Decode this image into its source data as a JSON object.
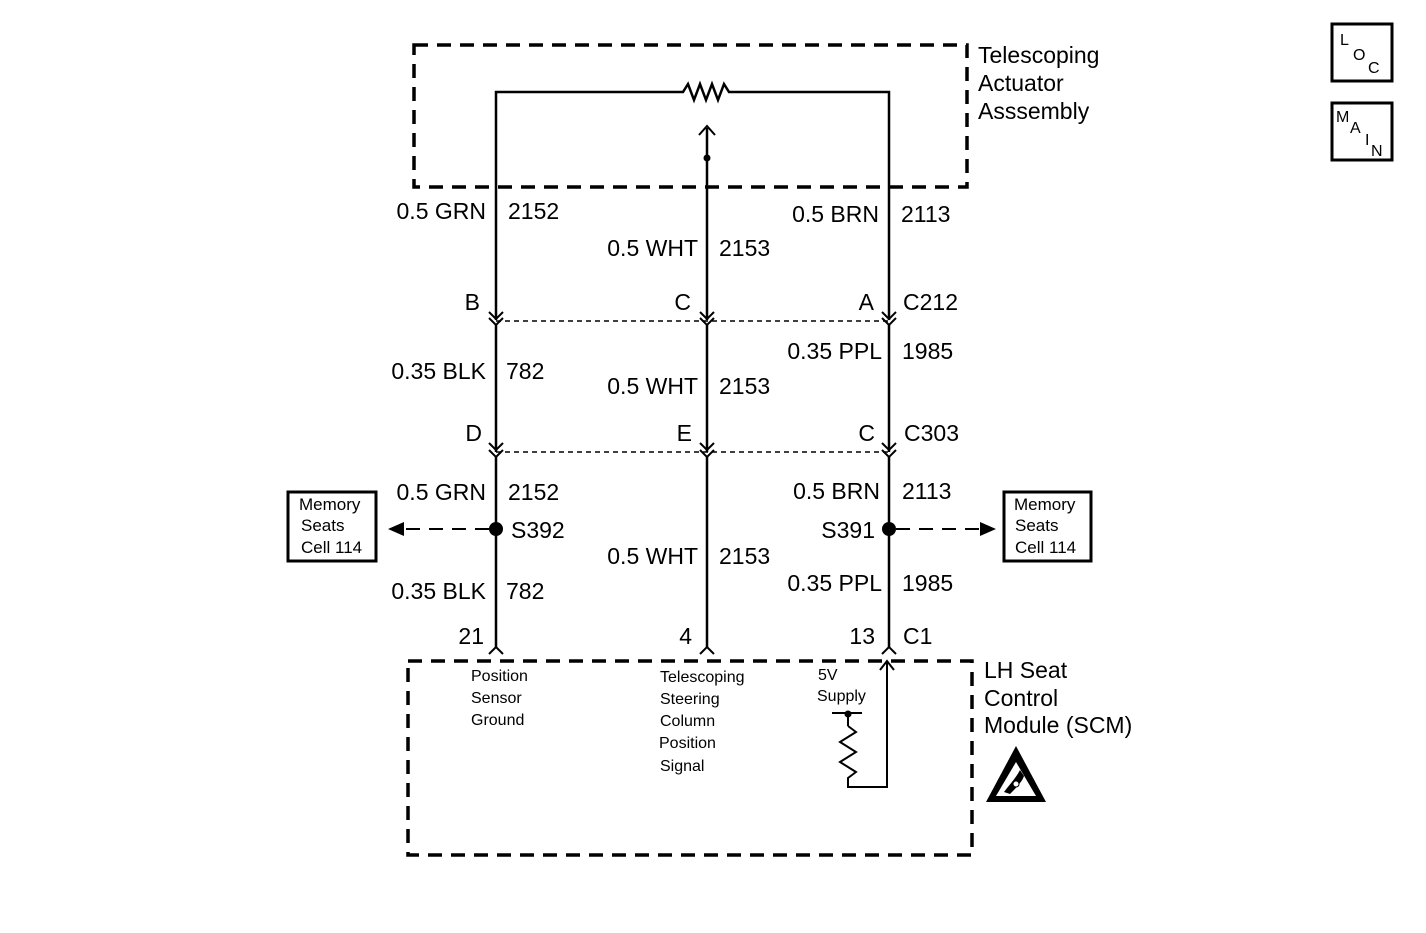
{
  "actuator": {
    "title_lines": [
      "Telescoping",
      "Actuator",
      "Asssembly"
    ]
  },
  "scm": {
    "title_lines": [
      "LH Seat",
      "Control",
      "Module (SCM)"
    ]
  },
  "badges": {
    "loc": [
      "L",
      "O",
      "C"
    ],
    "main": [
      "M",
      "A",
      "I",
      "N"
    ]
  },
  "wires_top": [
    {
      "gauge_color": "0.5 GRN",
      "circuit": "2152"
    },
    {
      "gauge_color": "0.5 WHT",
      "circuit": "2153"
    },
    {
      "gauge_color": "0.5 BRN",
      "circuit": "2113"
    }
  ],
  "connector_c212": {
    "name": "C212",
    "pins": [
      "B",
      "C",
      "A"
    ]
  },
  "wires_mid": [
    {
      "gauge_color": "0.35 BLK",
      "circuit": "782"
    },
    {
      "gauge_color": "0.5 WHT",
      "circuit": "2153"
    },
    {
      "gauge_color": "0.35 PPL",
      "circuit": "1985"
    }
  ],
  "connector_c303": {
    "name": "C303",
    "pins": [
      "D",
      "E",
      "C"
    ]
  },
  "wires_low_upper": [
    {
      "gauge_color": "0.5 GRN",
      "circuit": "2152"
    },
    {
      "gauge_color": "0.5 BRN",
      "circuit": "2113"
    }
  ],
  "wire_center_low": {
    "gauge_color": "0.5 WHT",
    "circuit": "2153"
  },
  "splices": [
    "S392",
    "S391"
  ],
  "wires_low_lower": [
    {
      "gauge_color": "0.35 BLK",
      "circuit": "782"
    },
    {
      "gauge_color": "0.35 PPL",
      "circuit": "1985"
    }
  ],
  "connector_c1": {
    "name": "C1",
    "pins": [
      "21",
      "4",
      "13"
    ]
  },
  "memory_box": [
    "Memory",
    "Seats",
    "Cell 114"
  ],
  "scm_pins": {
    "left": [
      "Position",
      "Sensor",
      "Ground"
    ],
    "center": [
      "Telescoping",
      "Steering",
      "Column",
      "Position",
      "Signal"
    ],
    "right": [
      "5V",
      "Supply"
    ]
  }
}
